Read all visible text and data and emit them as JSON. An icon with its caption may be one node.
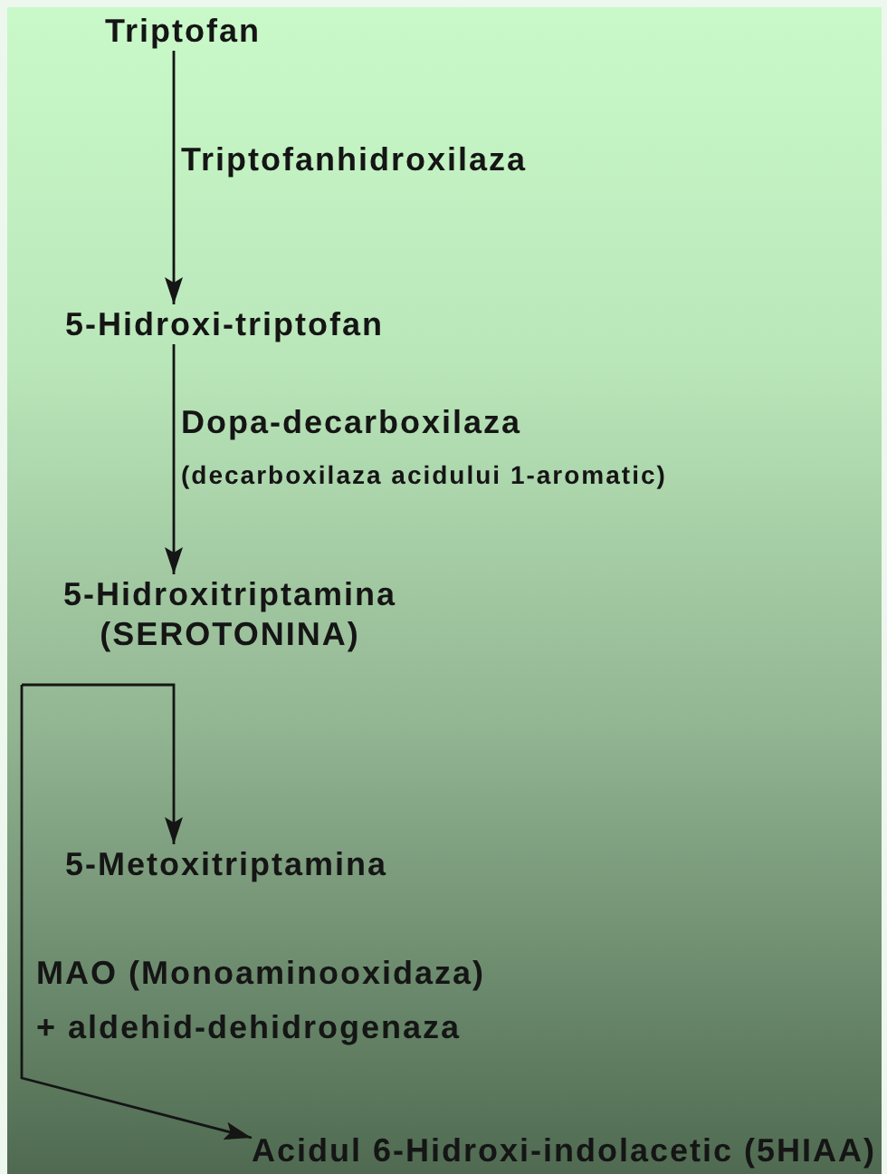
{
  "diagram": {
    "nodes": [
      {
        "text": [
          "Triptofan"
        ]
      },
      {
        "text": [
          "5-Hidroxi-triptofan"
        ]
      },
      {
        "text": [
          "5-Hidroxitriptamina",
          "(SEROTONINA)"
        ]
      },
      {
        "text": [
          "5-Metoxitriptamina"
        ]
      },
      {
        "text": [
          "Acidul 6-Hidroxi-indolacetic (5HIAA)"
        ]
      }
    ],
    "edges": [
      {
        "from": 0,
        "to": 1,
        "arrow": "to",
        "label": "Triptofanhidroxilaza"
      },
      {
        "from": 1,
        "to": 2,
        "arrow": "to",
        "label": "Dopa-decarboxilaza"
      },
      {
        "from": 2,
        "to": 3,
        "arrow": "to"
      },
      {
        "from": 2,
        "to": 4,
        "arrow": "to",
        "label": "MAO (Monoaminooxidaza) + aldehid-dehidrogenaza"
      }
    ],
    "labels": [
      "(decarboxilaza acidului 1-aromatic)"
    ]
  }
}
